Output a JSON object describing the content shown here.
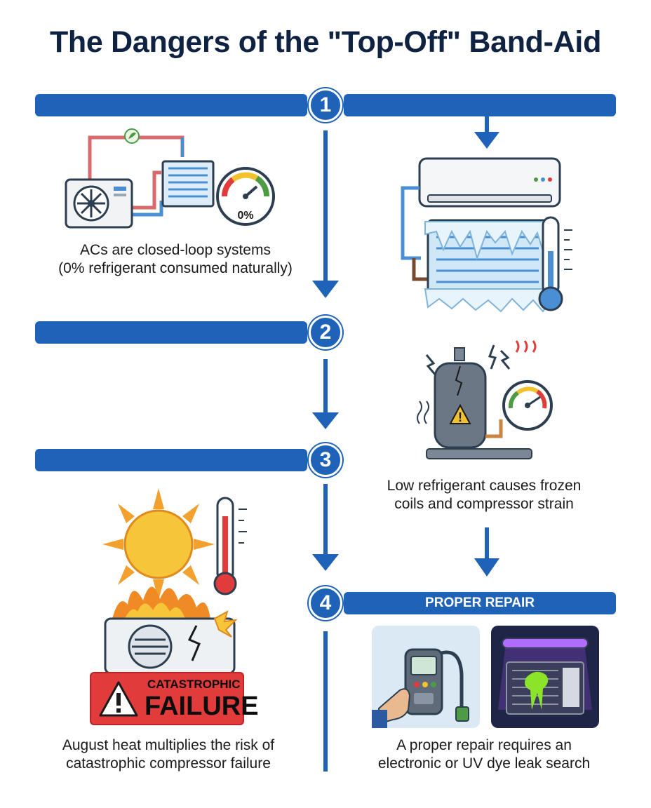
{
  "title": "The Dangers of the \"Top-Off\" Band-Aid",
  "steps": [
    {
      "number": "1"
    },
    {
      "number": "2"
    },
    {
      "number": "3"
    },
    {
      "number": "4",
      "label": "PROPER REPAIR"
    }
  ],
  "captions": {
    "closed_loop_line1": "ACs are closed-loop systems",
    "closed_loop_line2": "(0% refrigerant consumed naturally)",
    "low_refrigerant_line1": "Low refrigerant causes frozen",
    "low_refrigerant_line2": "coils and compressor strain",
    "august_heat_line1": "August heat multiplies the risk of",
    "august_heat_line2": "catastrophic compressor failure",
    "proper_repair_line1": "A proper repair requires an",
    "proper_repair_line2": "electronic or UV dye leak search"
  },
  "gauge_label": "0%",
  "failure_badge": {
    "line1": "CATASTROPHIC",
    "line2": "FAILURE"
  },
  "colors": {
    "primary_blue": "#1e63b8",
    "title_navy": "#0f2242",
    "danger_red": "#e23b3b",
    "ice": "#cfe8f7"
  }
}
